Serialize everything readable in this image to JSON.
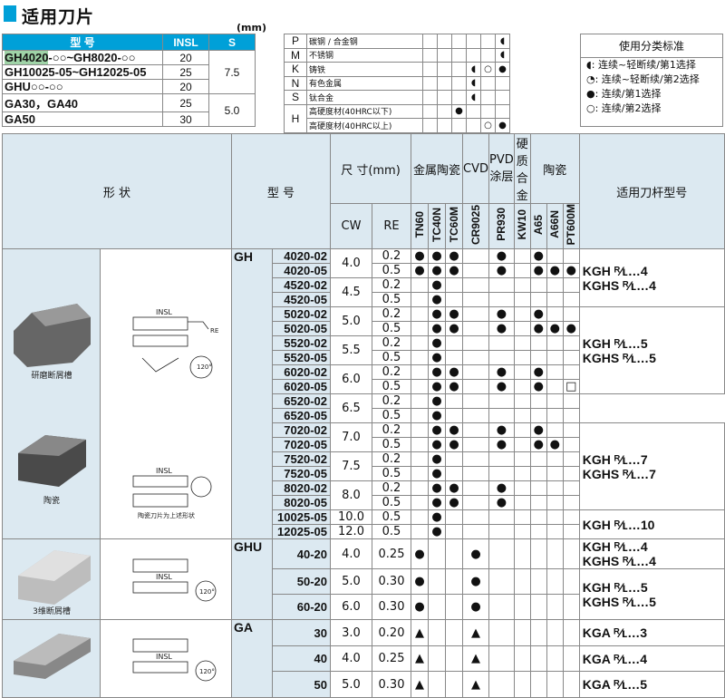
{
  "header": {
    "title": "适用刀片",
    "unit": "(mm)"
  },
  "model_table": {
    "headers": [
      "型  号",
      "INSL",
      "S"
    ],
    "rows": [
      {
        "model_hl": "GH4020",
        "model": "-○○~GH8020-○○",
        "insl": "20",
        "s": ""
      },
      {
        "model_hl": "",
        "model": "GH10025-05~GH12025-05",
        "insl": "25",
        "s": "7.5"
      },
      {
        "model_hl": "",
        "model": "GHU○○-○○",
        "insl": "20",
        "s": ""
      },
      {
        "model_hl": "",
        "model": "GA30，GA40",
        "insl": "25",
        "s": "5.0"
      },
      {
        "model_hl": "",
        "model": "GA50",
        "insl": "30",
        "s": ""
      }
    ]
  },
  "material_groups": [
    {
      "letter": "P",
      "desc": "碳钢 / 合金钢"
    },
    {
      "letter": "M",
      "desc": "不锈钢"
    },
    {
      "letter": "K",
      "desc": "铸铁"
    },
    {
      "letter": "N",
      "desc": "有色金属"
    },
    {
      "letter": "S",
      "desc": "钛合金"
    },
    {
      "letter": "H",
      "desc": "高硬度材(40HRC以下)"
    },
    {
      "letter": "",
      "desc": "高硬度材(40HRC以上)"
    }
  ],
  "legend": {
    "title": "使用分类标准",
    "items": [
      "◖: 连续~轻断续/第1选择",
      "◔: 连续~轻断续/第2选择",
      "●: 连续/第1选择",
      "○: 连续/第2选择"
    ]
  },
  "main_header": {
    "shape": "形  状",
    "model": "型  号",
    "dim": "尺  寸(mm)",
    "cw": "CW",
    "re": "RE",
    "group1": "金属陶瓷",
    "group2": "CVD",
    "group3": "PVD涂层",
    "group4": "硬质合金",
    "group5": "陶瓷",
    "holder": "适用刀杆型号",
    "grades": [
      "TN60",
      "TC40N",
      "TC60M",
      "CR9025",
      "PR930",
      "KW10",
      "A65",
      "A66N",
      "PT600M"
    ]
  },
  "shape_captions": [
    "研磨断屑槽",
    "陶瓷",
    "陶瓷刀片为上述形状",
    "3维断屑槽"
  ],
  "rows": [
    {
      "code": "4020-02",
      "cw": "4.0",
      "re": "0.2",
      "m": [
        "●",
        "●",
        "●",
        "",
        "●",
        "",
        "●",
        "",
        ""
      ]
    },
    {
      "code": "4020-05",
      "cw": "",
      "re": "0.5",
      "m": [
        "●",
        "●",
        "●",
        "",
        "●",
        "",
        "●",
        "●",
        "●"
      ]
    },
    {
      "code": "4520-02",
      "cw": "4.5",
      "re": "0.2",
      "m": [
        "",
        "●",
        "",
        "",
        "",
        "",
        "",
        "",
        ""
      ]
    },
    {
      "code": "4520-05",
      "cw": "",
      "re": "0.5",
      "m": [
        "",
        "●",
        "",
        "",
        "",
        "",
        "",
        "",
        ""
      ]
    },
    {
      "code": "5020-02",
      "cw": "5.0",
      "re": "0.2",
      "m": [
        "",
        "●",
        "●",
        "",
        "●",
        "",
        "●",
        "",
        ""
      ]
    },
    {
      "code": "5020-05",
      "cw": "",
      "re": "0.5",
      "m": [
        "",
        "●",
        "●",
        "",
        "●",
        "",
        "●",
        "●",
        "●"
      ]
    },
    {
      "code": "5520-02",
      "cw": "5.5",
      "re": "0.2",
      "m": [
        "",
        "●",
        "",
        "",
        "",
        "",
        "",
        "",
        ""
      ]
    },
    {
      "code": "5520-05",
      "cw": "",
      "re": "0.5",
      "m": [
        "",
        "●",
        "",
        "",
        "",
        "",
        "",
        "",
        ""
      ]
    },
    {
      "code": "6020-02",
      "cw": "6.0",
      "re": "0.2",
      "m": [
        "",
        "●",
        "●",
        "",
        "●",
        "",
        "●",
        "",
        ""
      ]
    },
    {
      "code": "6020-05",
      "cw": "",
      "re": "0.5",
      "m": [
        "",
        "●",
        "●",
        "",
        "●",
        "",
        "●",
        "",
        "□"
      ]
    },
    {
      "code": "6520-02",
      "cw": "6.5",
      "re": "0.2",
      "m": [
        "",
        "●",
        "",
        "",
        "",
        "",
        "",
        "",
        ""
      ]
    },
    {
      "code": "6520-05",
      "cw": "",
      "re": "0.5",
      "m": [
        "",
        "●",
        "",
        "",
        "",
        "",
        "",
        "",
        ""
      ]
    },
    {
      "code": "7020-02",
      "cw": "7.0",
      "re": "0.2",
      "m": [
        "",
        "●",
        "●",
        "",
        "●",
        "",
        "●",
        "",
        ""
      ]
    },
    {
      "code": "7020-05",
      "cw": "",
      "re": "0.5",
      "m": [
        "",
        "●",
        "●",
        "",
        "●",
        "",
        "●",
        "●",
        ""
      ]
    },
    {
      "code": "7520-02",
      "cw": "7.5",
      "re": "0.2",
      "m": [
        "",
        "●",
        "",
        "",
        "",
        "",
        "",
        "",
        ""
      ]
    },
    {
      "code": "7520-05",
      "cw": "",
      "re": "0.5",
      "m": [
        "",
        "●",
        "",
        "",
        "",
        "",
        "",
        "",
        ""
      ]
    },
    {
      "code": "8020-02",
      "cw": "8.0",
      "re": "0.2",
      "m": [
        "",
        "●",
        "●",
        "",
        "●",
        "",
        "",
        "",
        ""
      ]
    },
    {
      "code": "8020-05",
      "cw": "",
      "re": "0.5",
      "m": [
        "",
        "●",
        "●",
        "",
        "●",
        "",
        "",
        "",
        ""
      ]
    },
    {
      "code": "10025-05",
      "cw": "10.0",
      "re": "0.5",
      "m": [
        "",
        "●",
        "",
        "",
        "",
        "",
        "",
        "",
        ""
      ]
    },
    {
      "code": "12025-05",
      "cw": "12.0",
      "re": "0.5",
      "m": [
        "",
        "●",
        "",
        "",
        "",
        "",
        "",
        "",
        ""
      ]
    }
  ],
  "ghu_rows": [
    {
      "code": "40-20",
      "cw": "4.0",
      "re": "0.25",
      "m": [
        "●",
        "",
        "",
        "●",
        "",
        "",
        "",
        "",
        ""
      ]
    },
    {
      "code": "50-20",
      "cw": "5.0",
      "re": "0.30",
      "m": [
        "●",
        "",
        "",
        "●",
        "",
        "",
        "",
        "",
        ""
      ]
    },
    {
      "code": "60-20",
      "cw": "6.0",
      "re": "0.30",
      "m": [
        "●",
        "",
        "",
        "●",
        "",
        "",
        "",
        "",
        ""
      ]
    }
  ],
  "ga_rows": [
    {
      "code": "30",
      "cw": "3.0",
      "re": "0.20",
      "m": [
        "▲",
        "",
        "",
        "▲",
        "",
        "",
        "",
        "",
        ""
      ]
    },
    {
      "code": "40",
      "cw": "4.0",
      "re": "0.25",
      "m": [
        "▲",
        "",
        "",
        "▲",
        "",
        "",
        "",
        "",
        ""
      ]
    },
    {
      "code": "50",
      "cw": "5.0",
      "re": "0.30",
      "m": [
        "▲",
        "",
        "",
        "▲",
        "",
        "",
        "",
        "",
        ""
      ]
    }
  ],
  "series": {
    "gh": "GH",
    "ghu": "GHU",
    "ga": "GA"
  },
  "holders": {
    "gh4": [
      "KGH ᴿ⁄ʟ…4",
      "KGHS ᴿ⁄ʟ…4"
    ],
    "gh5": [
      "KGH ᴿ⁄ʟ…5",
      "KGHS ᴿ⁄ʟ…5"
    ],
    "gh7": [
      "KGH ᴿ⁄ʟ…7",
      "KGHS ᴿ⁄ʟ…7"
    ],
    "gh10": "KGH ᴿ⁄ʟ…10",
    "ghu4": [
      "KGH ᴿ⁄ʟ…4",
      "KGHS ᴿ⁄ʟ…4"
    ],
    "ghu5": [
      "KGH ᴿ⁄ʟ…5",
      "KGHS ᴿ⁄ʟ…5"
    ],
    "ga3": "KGA ᴿ⁄ʟ…3",
    "ga4": "KGA ᴿ⁄ʟ…4",
    "ga5": "KGA ᴿ⁄ʟ…5"
  }
}
